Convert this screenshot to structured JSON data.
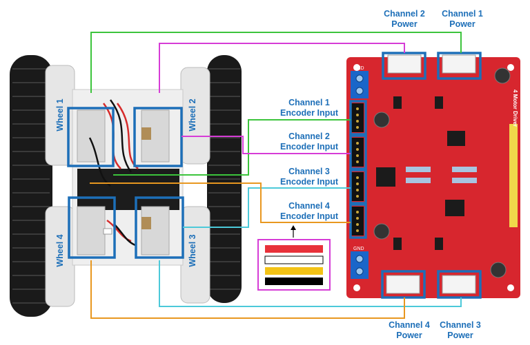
{
  "wheels": {
    "w1": "Wheel 1",
    "w2": "Wheel 2",
    "w3": "Wheel 3",
    "w4": "Wheel 4"
  },
  "power_labels": {
    "ch2": {
      "line1": "Channel 2",
      "line2": "Power"
    },
    "ch1": {
      "line1": "Channel 1",
      "line2": "Power"
    },
    "ch4": {
      "line1": "Channel 4",
      "line2": "Power"
    },
    "ch3": {
      "line1": "Channel 3",
      "line2": "Power"
    }
  },
  "encoder_labels": {
    "ch1": {
      "line1": "Channel 1",
      "line2": "Encoder Input"
    },
    "ch2": {
      "line1": "Channel 2",
      "line2": "Encoder Input"
    },
    "ch3": {
      "line1": "Channel 3",
      "line2": "Encoder Input"
    },
    "ch4": {
      "line1": "Channel 4",
      "line2": "Encoder Input"
    }
  },
  "board": {
    "title": "4 Motor Driver",
    "gnd_top": "GND",
    "gnd_bottom": "GND"
  },
  "wire_colors": {
    "ch1": "#3cc43c",
    "ch2": "#d63cd6",
    "ch3": "#4cc9d9",
    "ch4": "#e8971f"
  },
  "legend_colors": [
    "#e8313a",
    "#ffffff",
    "#f3c316",
    "#000000"
  ],
  "highlight_color": "#1d6fb8"
}
